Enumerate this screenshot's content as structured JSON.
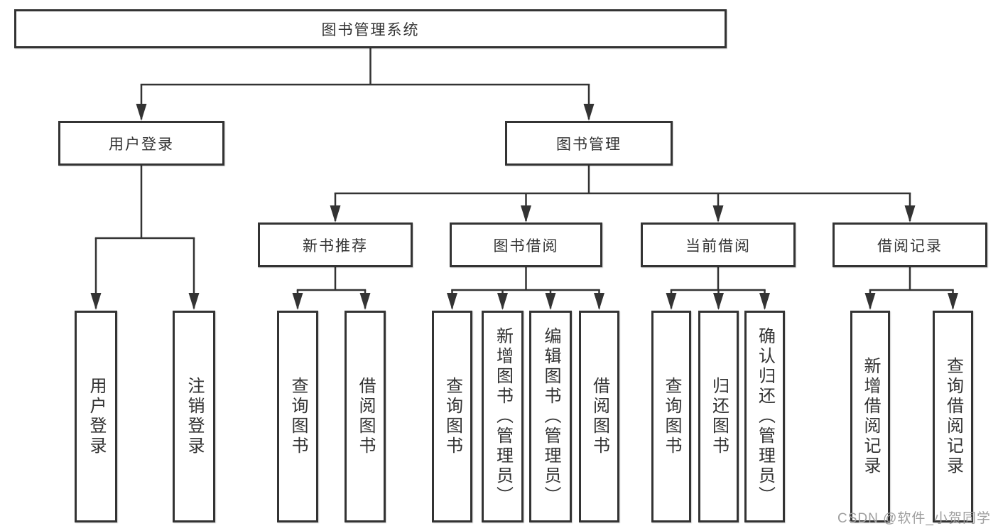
{
  "colors": {
    "line": "#333333",
    "box_border": "#333333",
    "text": "#333333",
    "watermark": "#9e9e9e",
    "background": "#ffffff"
  },
  "watermark": {
    "text": "CSDN @软件_小贺同学"
  },
  "tree": {
    "root": "图书管理系统",
    "children": [
      {
        "label": "用户登录",
        "children": [
          "用户登录",
          "注销登录"
        ]
      },
      {
        "label": "图书管理",
        "children": [
          {
            "label": "新书推荐",
            "children": [
              "查询图书",
              "借阅图书"
            ]
          },
          {
            "label": "图书借阅",
            "children": [
              "查询图书",
              "新增图书（管理员）",
              "编辑图书（管理员）",
              "借阅图书"
            ]
          },
          {
            "label": "当前借阅",
            "children": [
              "查询图书",
              "归还图书",
              "确认归还（管理员）"
            ]
          },
          {
            "label": "借阅记录",
            "children": [
              "新增借阅记录",
              "查询借阅记录"
            ]
          }
        ]
      }
    ]
  }
}
